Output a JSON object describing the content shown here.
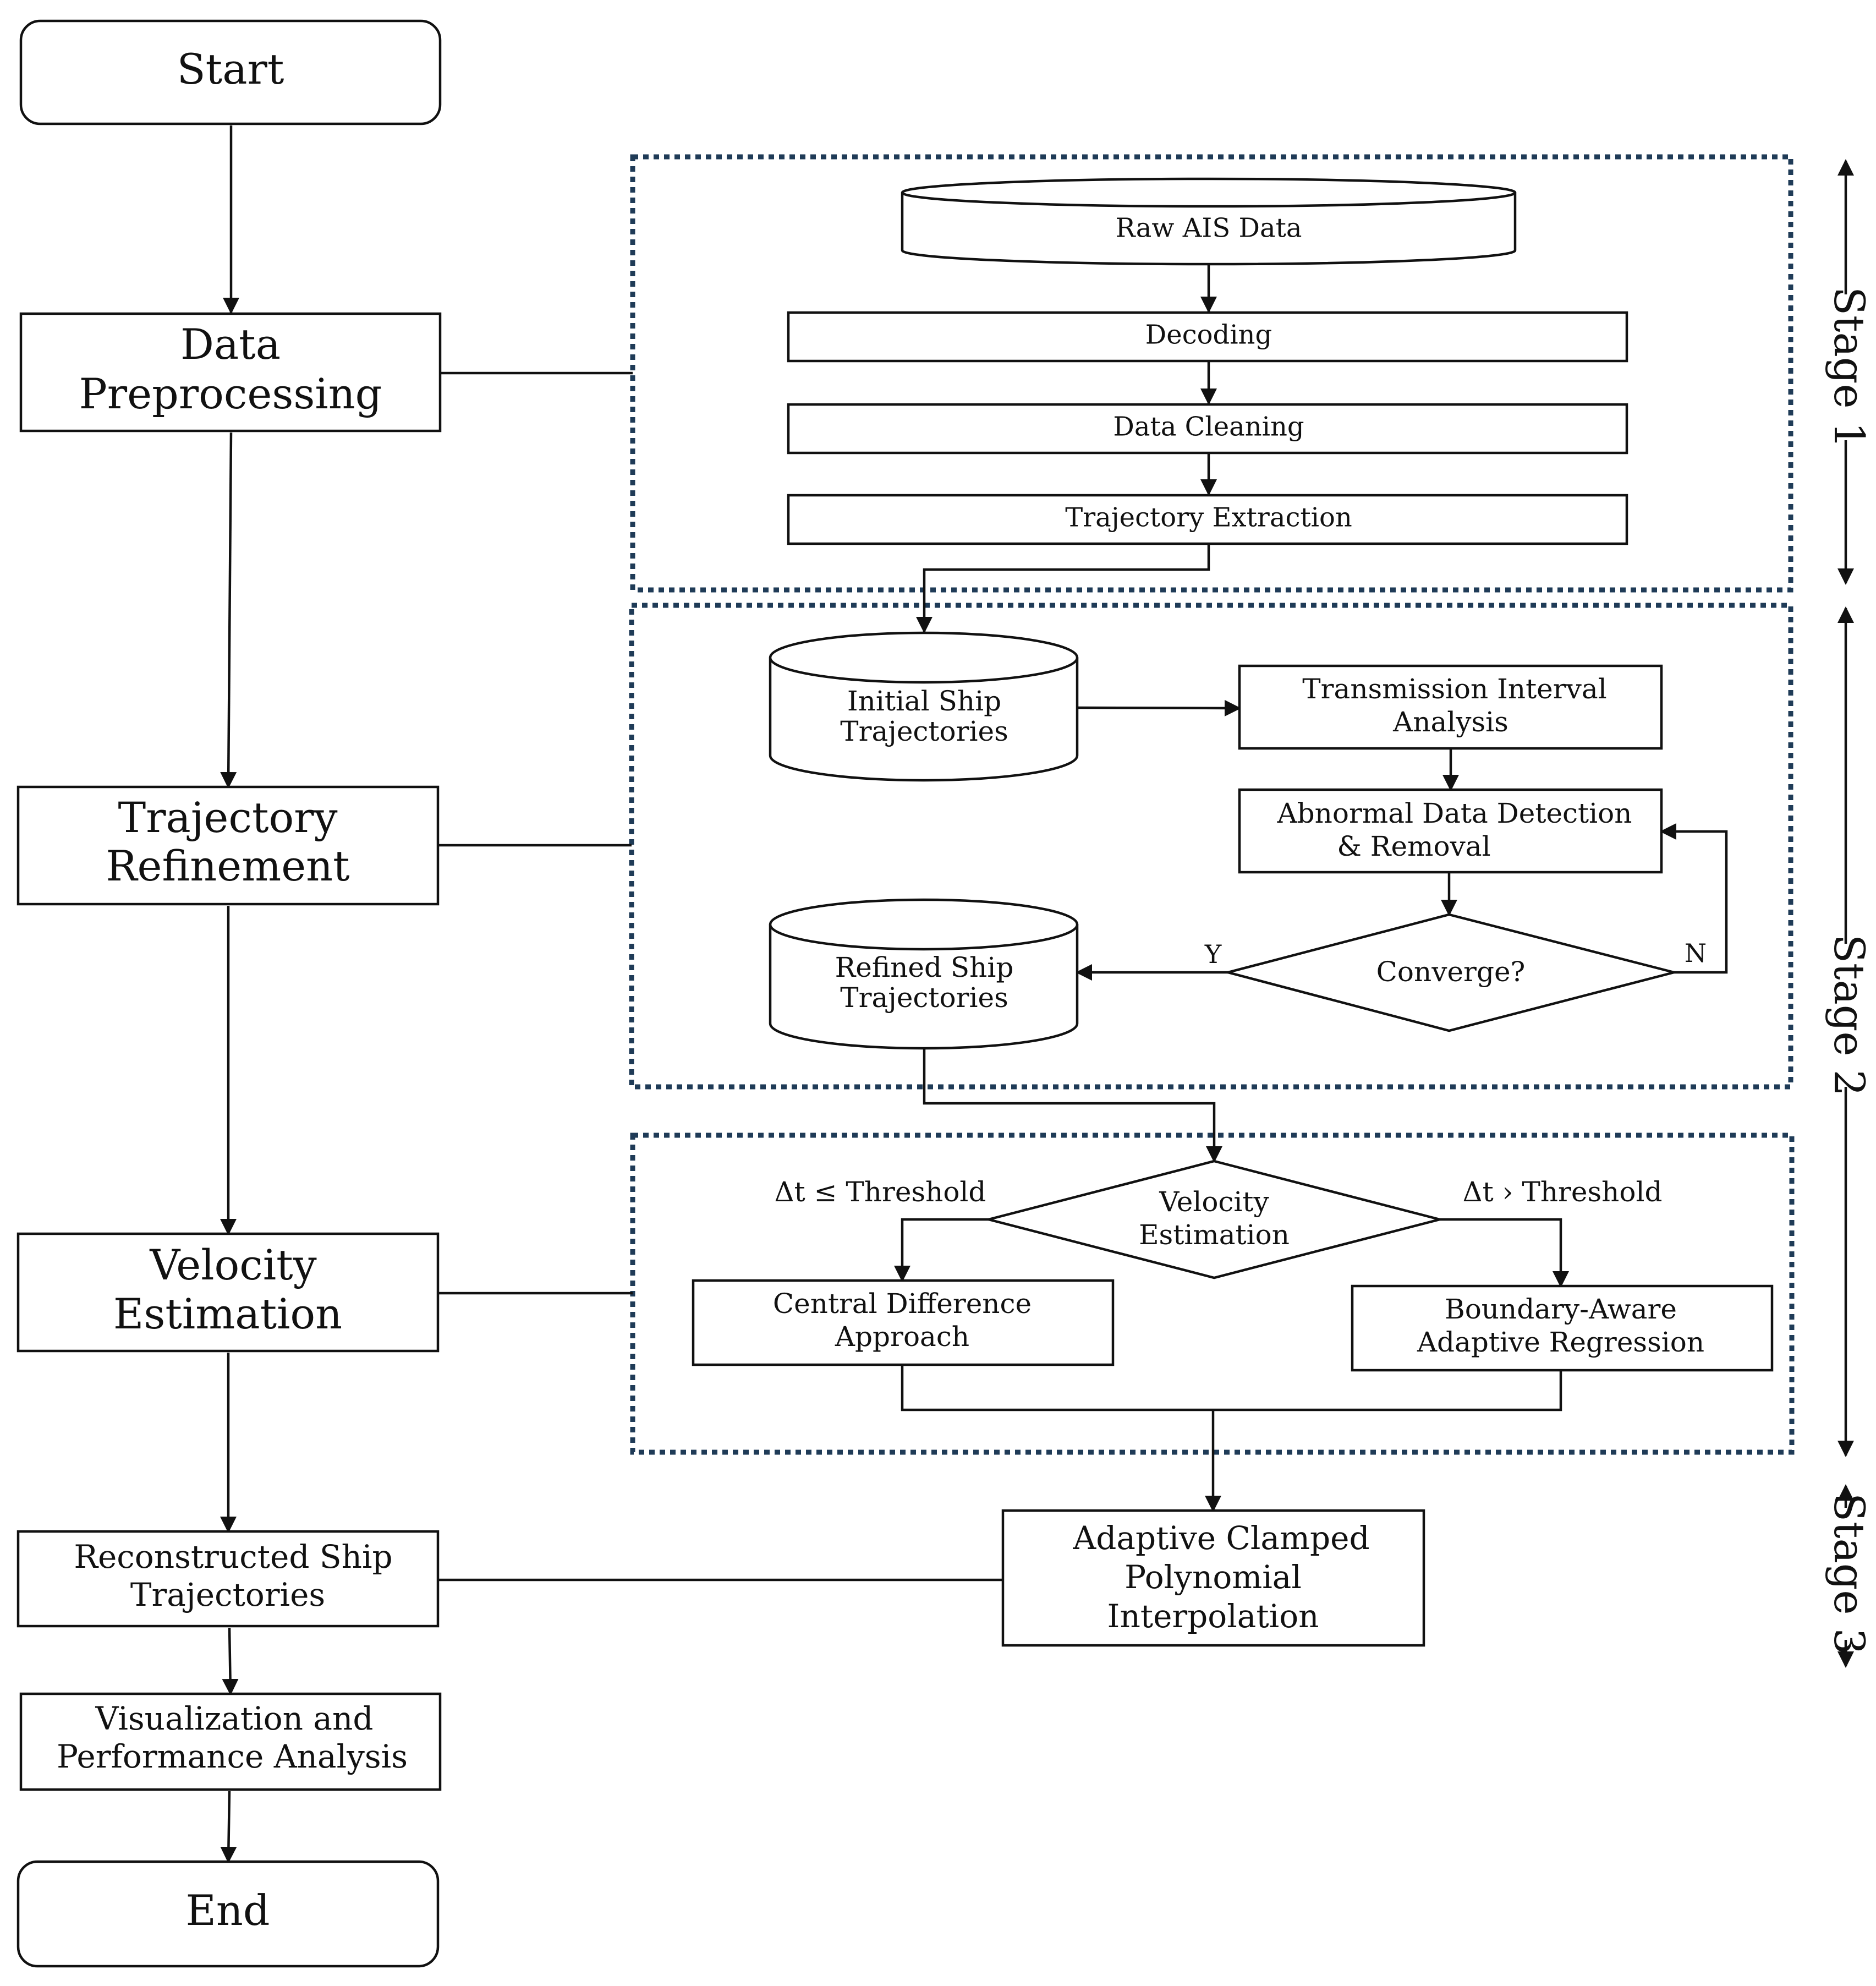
{
  "colors": {
    "ink": "#111111",
    "stage_box_border": "#1f3b57",
    "background": "#ffffff"
  },
  "main_flow": {
    "start": "Start",
    "data_preprocessing": [
      "Data",
      "Preprocessing"
    ],
    "trajectory_refinement": [
      "Trajectory",
      "Refinement"
    ],
    "velocity_estimation": [
      "Velocity",
      "Estimation"
    ],
    "reconstructed": [
      "Reconstructed Ship",
      "Trajectories"
    ],
    "visualization": [
      "Visualization and",
      "Performance Analysis"
    ],
    "end": "End"
  },
  "stage1": {
    "raw_ais": "Raw AIS Data",
    "decoding": "Decoding",
    "cleaning": "Data Cleaning",
    "extraction": "Trajectory Extraction"
  },
  "stage2": {
    "initial": [
      "Initial Ship",
      "Trajectories"
    ],
    "transmission": [
      "Transmission Interval",
      "Analysis"
    ],
    "abnormal": [
      "Abnormal Data Detection",
      "& Removal"
    ],
    "converge": "Converge?",
    "yes": "Y",
    "no": "N",
    "refined": [
      "Refined Ship",
      "Trajectories"
    ]
  },
  "stage3": {
    "velocity_decision": [
      "Velocity",
      "Estimation"
    ],
    "le_threshold": "Δt ≤ Threshold",
    "gt_threshold": "Δt › Threshold",
    "central": [
      "Central Difference",
      "Approach"
    ],
    "boundary": [
      "Boundary-Aware",
      "Adaptive Regression"
    ],
    "interpolation": [
      "Adaptive Clamped",
      "Polynomial",
      "Interpolation"
    ]
  },
  "stage_labels": {
    "stage1": "Stage 1",
    "stage2": "Stage 2",
    "stage3": "Stage 3"
  }
}
